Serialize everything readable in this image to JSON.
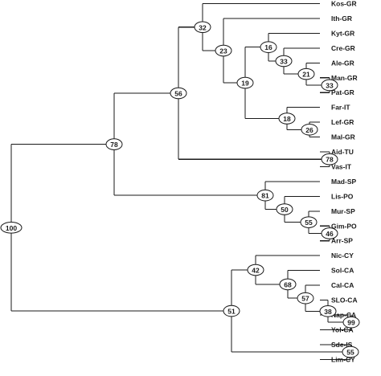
{
  "tree": {
    "nodes": [
      {
        "id": "n100",
        "support": "100",
        "children": [
          "n78a",
          "n51"
        ]
      },
      {
        "id": "n78a",
        "support": "78",
        "children": [
          "n56",
          "n81"
        ]
      },
      {
        "id": "n56",
        "support": "56",
        "children": [
          "n32",
          "n78b"
        ]
      },
      {
        "id": "n32",
        "support": "32",
        "children": [
          "Kos-GR",
          "n23"
        ]
      },
      {
        "id": "n23",
        "support": "23",
        "children": [
          "Ith-GR",
          "n19"
        ]
      },
      {
        "id": "n19",
        "support": "19",
        "children": [
          "n16",
          "n18"
        ]
      },
      {
        "id": "n16",
        "support": "16",
        "children": [
          "Kyt-GR",
          "n33a"
        ]
      },
      {
        "id": "n33a",
        "support": "33",
        "children": [
          "Cre-GR",
          "n21"
        ]
      },
      {
        "id": "n21",
        "support": "21",
        "children": [
          "Ale-GR",
          "n33b"
        ]
      },
      {
        "id": "n33b",
        "support": "33",
        "children": [
          "Man-GR",
          "Pat-GR"
        ]
      },
      {
        "id": "n18",
        "support": "18",
        "children": [
          "Far-IT",
          "n26"
        ]
      },
      {
        "id": "n26",
        "support": "26",
        "children": [
          "Lef-GR",
          "Mal-GR"
        ]
      },
      {
        "id": "n78b",
        "support": "78",
        "children": [
          "Aid-TU",
          "Vas-IT"
        ]
      },
      {
        "id": "n81",
        "support": "81",
        "children": [
          "Mad-SP",
          "n50"
        ]
      },
      {
        "id": "n50",
        "support": "50",
        "children": [
          "Lis-PO",
          "n55a"
        ]
      },
      {
        "id": "n55a",
        "support": "55",
        "children": [
          "Mur-SP",
          "n46"
        ]
      },
      {
        "id": "n46",
        "support": "46",
        "children": [
          "Gim-PO",
          "Arr-SP"
        ]
      },
      {
        "id": "n51",
        "support": "51",
        "children": [
          "n42",
          "n55b"
        ]
      },
      {
        "id": "n42",
        "support": "42",
        "children": [
          "Nic-CY",
          "n68"
        ]
      },
      {
        "id": "n68",
        "support": "68",
        "children": [
          "Sol-CA",
          "n57"
        ]
      },
      {
        "id": "n57",
        "support": "57",
        "children": [
          "Cal-CA",
          "n38"
        ]
      },
      {
        "id": "n38",
        "support": "38",
        "children": [
          "SLO-CA",
          "n99"
        ]
      },
      {
        "id": "n99",
        "support": "99",
        "children": [
          "Nap-CA",
          "Yol-CA"
        ]
      },
      {
        "id": "n55b",
        "support": "55",
        "children": [
          "Sde-IS",
          "Lim-CY"
        ]
      }
    ],
    "leaves": [
      "Kos-GR",
      "Ith-GR",
      "Kyt-GR",
      "Cre-GR",
      "Ale-GR",
      "Man-GR",
      "Pat-GR",
      "Far-IT",
      "Lef-GR",
      "Mal-GR",
      "Aid-TU",
      "Vas-IT",
      "Mad-SP",
      "Lis-PO",
      "Mur-SP",
      "Gim-PO",
      "Arr-SP",
      "Nic-CY",
      "Sol-CA",
      "Cal-CA",
      "SLO-CA",
      "Nap-CA",
      "Yol-CA",
      "Sde-IS",
      "Lim-CY"
    ]
  }
}
